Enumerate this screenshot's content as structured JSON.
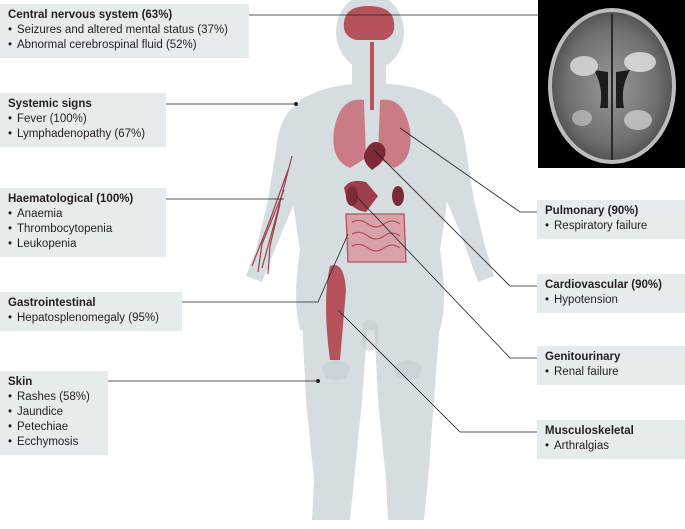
{
  "boxes": {
    "cns": {
      "heading": "Central nervous system (63%)",
      "items": [
        "Seizures and altered mental status (37%)",
        "Abnormal cerebrospinal fluid (52%)"
      ]
    },
    "systemic": {
      "heading": "Systemic signs",
      "items": [
        "Fever (100%)",
        "Lymphadenopathy (67%)"
      ]
    },
    "haem": {
      "heading": "Haematological (100%)",
      "items": [
        "Anaemia",
        "Thrombocytopenia",
        "Leukopenia"
      ]
    },
    "gi": {
      "heading": "Gastrointestinal",
      "items": [
        "Hepatosplenomegaly (95%)"
      ]
    },
    "skin": {
      "heading": "Skin",
      "items": [
        "Rashes (58%)",
        "Jaundice",
        "Petechiae",
        "Ecchymosis"
      ]
    },
    "pulmonary": {
      "heading": "Pulmonary (90%)",
      "items": [
        "Respiratory failure"
      ]
    },
    "cardio": {
      "heading": "Cardiovascular (90%)",
      "items": [
        "Hypotension"
      ]
    },
    "genito": {
      "heading": "Genitourinary",
      "items": [
        "Renal failure"
      ]
    },
    "musculo": {
      "heading": "Musculoskeletal",
      "items": [
        "Arthralgias"
      ]
    }
  },
  "colors": {
    "box_bg": "#e6ebee",
    "body": "#d6dde1",
    "body_shade": "#c6ced3",
    "organ": "#b5525c",
    "organ_light": "#d8a3a8",
    "organ_dark": "#7e2a36",
    "line": "#231f20"
  }
}
